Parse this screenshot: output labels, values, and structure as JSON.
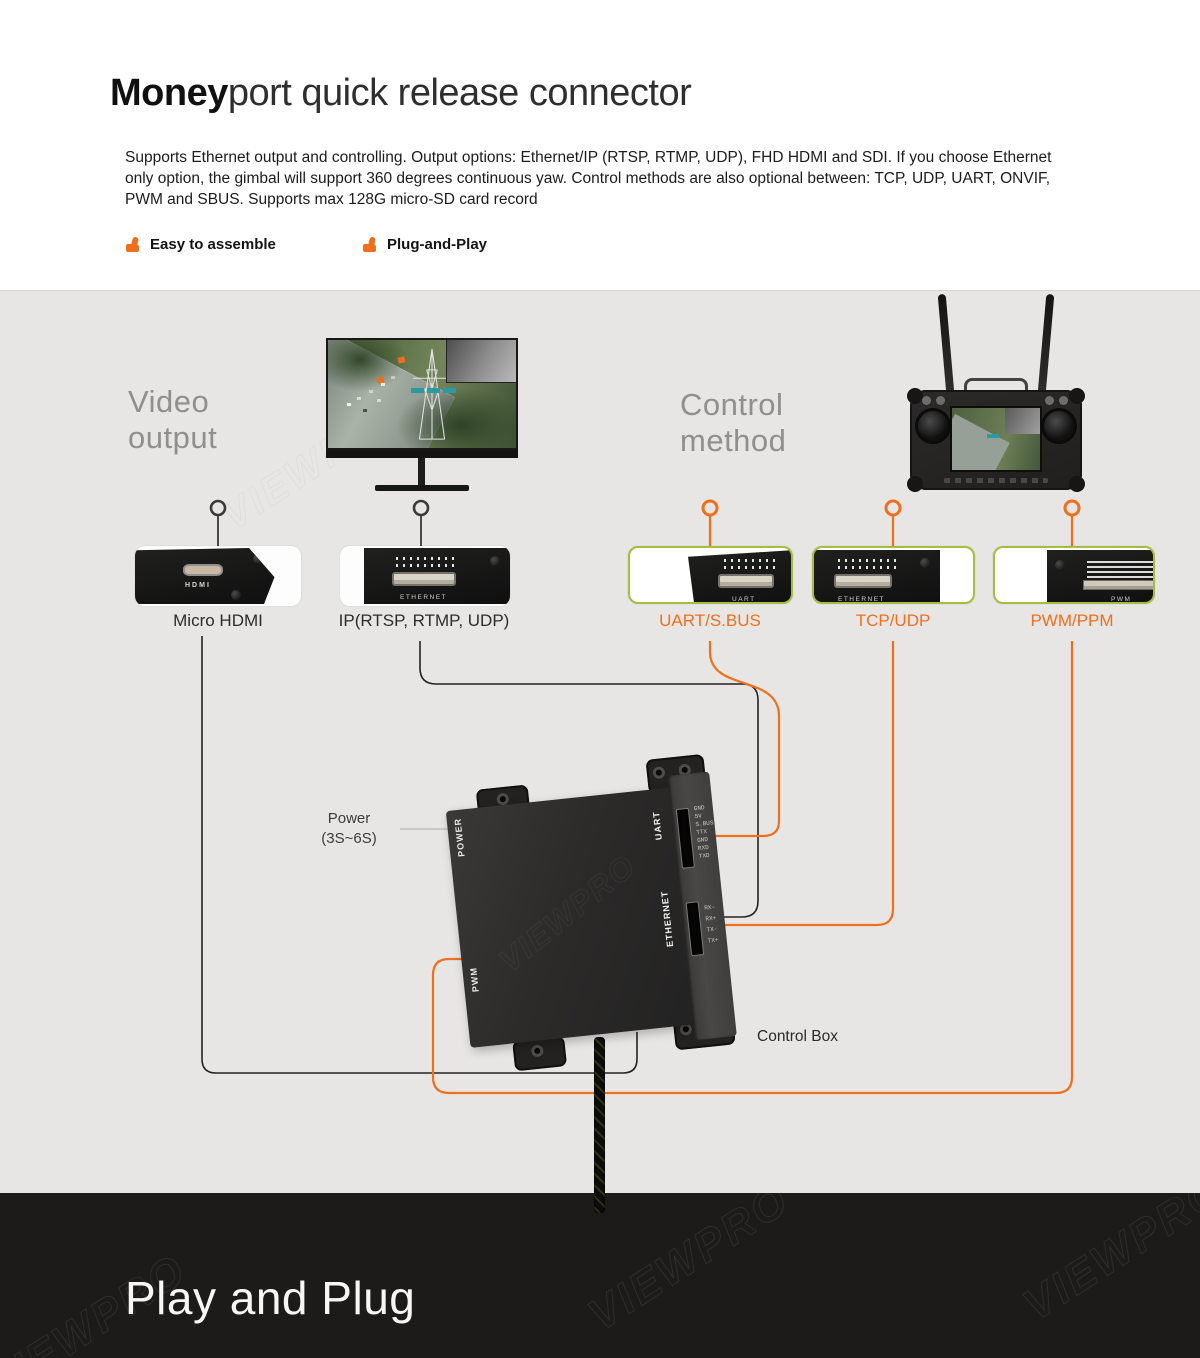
{
  "header": {
    "title_bold": "Money",
    "title_rest": "port quick release connector",
    "description": "Supports Ethernet output and controlling. Output options: Ethernet/IP (RTSP, RTMP, UDP), FHD HDMI and SDI. If you choose Ethernet only option, the gimbal will support 360 degrees continuous yaw. Control methods are also optional between: TCP, UDP, UART, ONVIF, PWM and SBUS.  Supports max 128G micro-SD card record",
    "features": [
      {
        "label": "Easy to assemble"
      },
      {
        "label": "Plug-and-Play"
      }
    ]
  },
  "icons": {
    "feature_bullet": "thumbs-up"
  },
  "diagram": {
    "video_output": {
      "line1": "Video",
      "line2": "output"
    },
    "control_method": {
      "line1": "Control",
      "line2": "method"
    },
    "video_ports": [
      {
        "label": "Micro HDMI",
        "port_text": "HDMI"
      },
      {
        "label": "IP(RTSP, RTMP, UDP)",
        "port_text": "ETHERNET"
      }
    ],
    "control_ports": [
      {
        "label": "UART/S.BUS",
        "port_text": "UART"
      },
      {
        "label": "TCP/UDP",
        "port_text": "ETHERNET"
      },
      {
        "label": "PWM/PPM",
        "port_text": "PWM"
      }
    ],
    "power_label": {
      "line1": "Power",
      "line2": "(3S~6S)"
    },
    "control_box_label": "Control Box",
    "box": {
      "left_label_top": "POWER",
      "left_label_bottom": "PWM",
      "right_label_top": "UART",
      "right_label_bottom": "ETHERNET",
      "uart_pins": [
        "GND",
        "5V",
        "S.BUS",
        "TTX",
        "GND",
        "RXD",
        "TXD"
      ],
      "eth_pins": [
        "RX-",
        "RX+",
        "TX-",
        "TX+"
      ]
    }
  },
  "footer": {
    "headline": "Play and Plug"
  },
  "watermark": {
    "text": "VIEWPRO"
  },
  "colors": {
    "accent_orange": "#ee701c",
    "green_border": "#a3bf3c",
    "section_gray": "#e7e6e5",
    "footer_dark": "#1d1b1a",
    "line_gray": "#c9c9c9",
    "line_dark": "#242424"
  }
}
